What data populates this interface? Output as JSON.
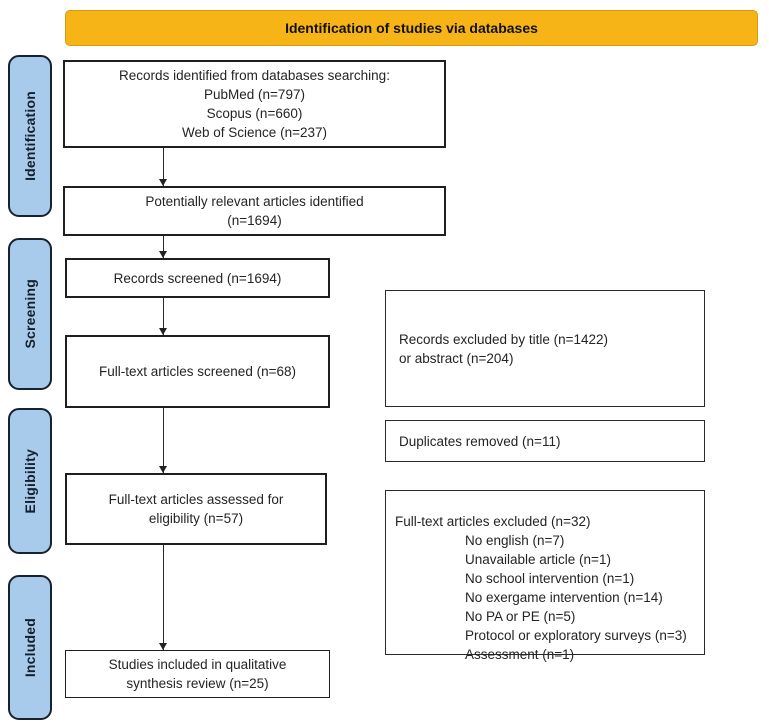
{
  "colors": {
    "header_bg": "#F6B417",
    "sidebar_bg": "#A9CBEB",
    "box_bg": "#FFFFFF",
    "border": "#1F1F1F"
  },
  "header": {
    "title": "Identification of studies via databases"
  },
  "sidebar": {
    "items": [
      {
        "label": "Identification"
      },
      {
        "label": "Screening"
      },
      {
        "label": "Eligibility"
      },
      {
        "label": "Included"
      }
    ]
  },
  "main_flow": [
    {
      "id": "records-identified",
      "lines": [
        "Records identified from databases searching:",
        "PubMed (n=797)",
        "Scopus (n=660)",
        "Web of Science (n=237)"
      ]
    },
    {
      "id": "potentially-relevant",
      "lines": [
        "Potentially relevant articles identified",
        "(n=1694)"
      ]
    },
    {
      "id": "records-screened",
      "lines": [
        "Records screened (n=1694)"
      ]
    },
    {
      "id": "fulltext-screened",
      "lines": [
        "Full-text articles screened (n=68)"
      ]
    },
    {
      "id": "fulltext-assessed",
      "lines": [
        "Full-text articles assessed for",
        "eligibility (n=57)"
      ]
    },
    {
      "id": "studies-included",
      "lines": [
        "Studies included in qualitative",
        "synthesis review (n=25)"
      ]
    }
  ],
  "side_boxes": [
    {
      "id": "records-excluded",
      "lines": [
        "Records excluded by title (n=1422)",
        "or abstract (n=204)"
      ]
    },
    {
      "id": "duplicates-removed",
      "lines": [
        "Duplicates removed (n=11)"
      ]
    },
    {
      "id": "fulltext-excluded",
      "title": "Full-text articles excluded (n=32)",
      "items": [
        "No english (n=7)",
        "Unavailable article (n=1)",
        "No school intervention (n=1)",
        "No exergame intervention (n=14)",
        "No PA or PE (n=5)",
        "Protocol or exploratory surveys (n=3)",
        "Assessment (n=1)"
      ]
    }
  ]
}
